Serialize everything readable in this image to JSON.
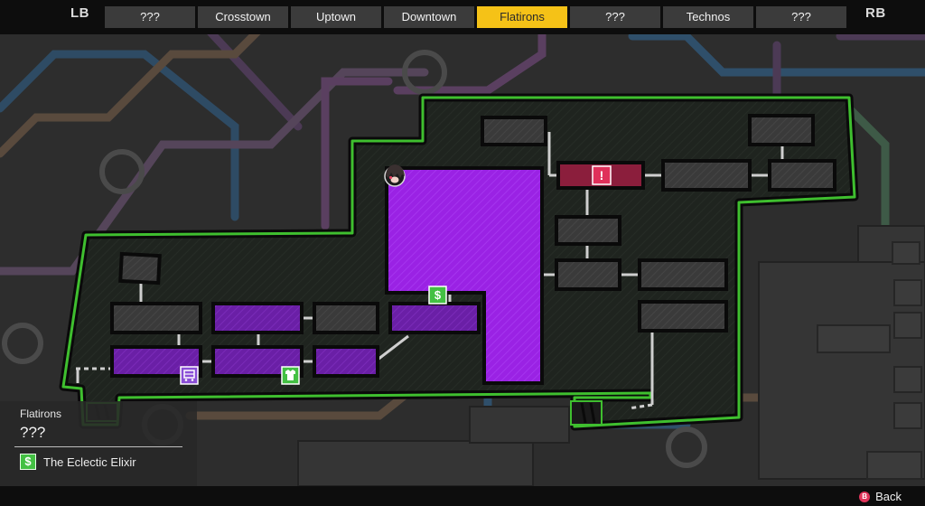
{
  "bumpers": {
    "left": "LB",
    "right": "RB"
  },
  "tabs": [
    {
      "label": "???",
      "active": false
    },
    {
      "label": "Crosstown",
      "active": false
    },
    {
      "label": "Uptown",
      "active": false
    },
    {
      "label": "Downtown",
      "active": false
    },
    {
      "label": "Flatirons",
      "active": true
    },
    {
      "label": "???",
      "active": false
    },
    {
      "label": "Technos",
      "active": false
    },
    {
      "label": "???",
      "active": false
    }
  ],
  "info": {
    "district": "Flatirons",
    "area": "???",
    "shop_icon": "$",
    "shop_name": "The Eclectic Elixir"
  },
  "map_icons": {
    "quest": "!",
    "shop": "$",
    "bus": "bus-stop-icon",
    "clothing": "clothing-shop-icon",
    "player": "player-portrait-icon"
  },
  "footer": {
    "button_glyph": "B",
    "back_label": "Back"
  },
  "colors": {
    "active_tab": "#f5c217",
    "district_outline": "#3fbf2f",
    "explored_room": "#6b1fa8",
    "current_area": "#9b22e6",
    "quest_room": "#8b1e3c",
    "shop_green": "#43c043"
  }
}
